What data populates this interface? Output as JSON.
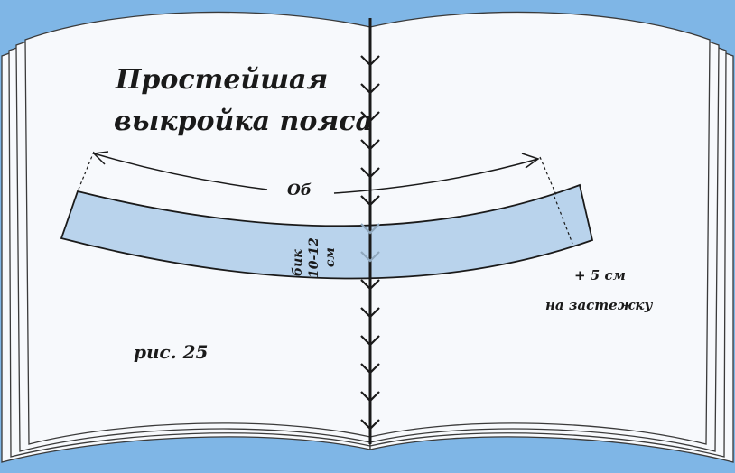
{
  "title": {
    "line1": "Простейшая",
    "line2": "выкройка пояса"
  },
  "girth_label": "Об",
  "belt_width_label": {
    "line1": "бик",
    "line2": "10-12",
    "line3": "см"
  },
  "fastener_note": {
    "line1": "+ 5 см",
    "line2": "на застежку"
  },
  "figure_label": "рис. 25",
  "colors": {
    "background": "#7fb6e6",
    "page": "#f7f9fc",
    "belt_fill": "#b9d3ec",
    "ink": "#1a1a1a"
  }
}
